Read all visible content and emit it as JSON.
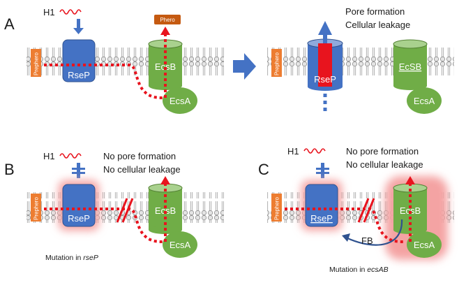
{
  "panels": {
    "A": {
      "letter": "A",
      "h1_label": "H1",
      "phero_label": "Phero",
      "prephero_label": "Prephero",
      "rsep_label": "RseP",
      "ecsb_label": "EcsB",
      "ecsa_label": "EcsA"
    },
    "A2": {
      "text_line1": "Pore formation",
      "text_line2": "Cellular leakage",
      "prephero_label": "Prephero",
      "rsep_label": "RseP",
      "ecsb_label": "EcSB",
      "ecsa_label": "EcsA"
    },
    "B": {
      "letter": "B",
      "h1_label": "H1",
      "text_line1": "No pore formation",
      "text_line2": "No cellular leakage",
      "prephero_label": "Prephero",
      "rsep_label": "RseP",
      "ecsb_label": "EcsB",
      "ecsa_label": "EcsA",
      "caption_prefix": "Mutation in ",
      "caption_gene": "rseP"
    },
    "C": {
      "letter": "C",
      "h1_label": "H1",
      "text_line1": "No pore formation",
      "text_line2": "No cellular leakage",
      "prephero_label": "Prephero",
      "rsep_label": "RseP",
      "ecsb_label": "EcsB",
      "ecsa_label": "EcsA",
      "fb_label": "FB",
      "caption_prefix": "Mutation in ",
      "caption_gene": "ecsAB"
    }
  },
  "colors": {
    "rsep_blue": "#4472c4",
    "ecs_green": "#70ad47",
    "prephero_orange": "#ed7d31",
    "phero_orange": "#c55a11",
    "signal_red": "#e8141e",
    "arrow_blue": "#4472c4",
    "glow_red": "#f4a3a3"
  }
}
